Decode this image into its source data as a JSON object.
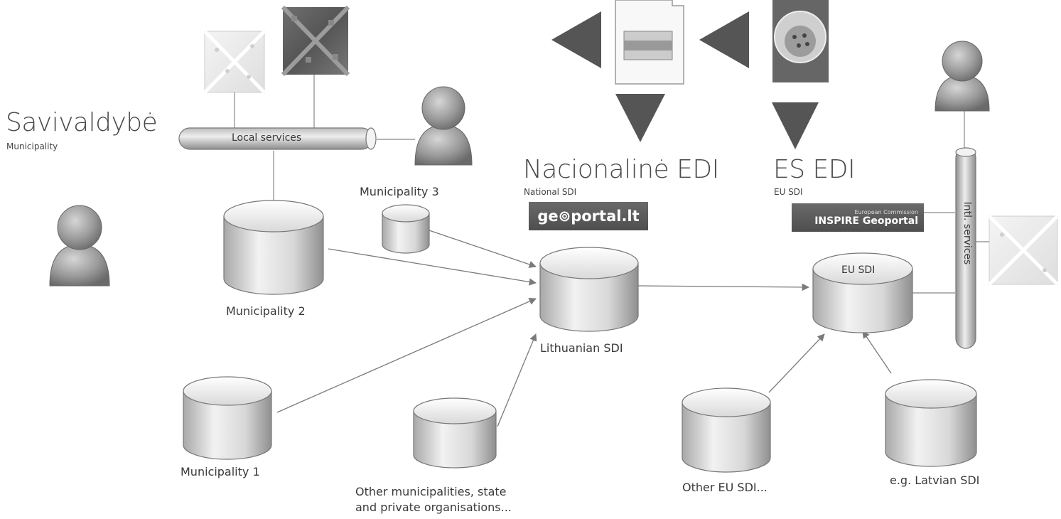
{
  "titles": {
    "municipality_lt": "Savivaldybė",
    "municipality_en": "Municipality",
    "national_lt": "Nacionalinė EDI",
    "national_en": "National SDI",
    "eu_lt": "ES EDI",
    "eu_en": "EU SDI"
  },
  "pipes": {
    "local": "Local services",
    "intl": "Intl. services"
  },
  "logos": {
    "geoportal": "ge⊚portal.lt",
    "inspire_small": "European Commission",
    "inspire_main": "INSPIRE Geoportal"
  },
  "nodes": {
    "municipality_3": "Municipality 3",
    "municipality_2": "Municipality 2",
    "municipality_1": "Municipality 1",
    "lithuanian_sdi": "Lithuanian SDI",
    "eu_sdi_inner": "EU SDI",
    "other_line1": "Other municipalities, state",
    "other_line2": "and private organisations...",
    "other_eu": "Other EU SDI...",
    "latvian": "e.g. Latvian SDI"
  },
  "colors": {
    "cylinder_light": "#ececec",
    "cylinder_dark": "#9a9a9a",
    "triangle": "#555555",
    "arrow": "#7a7a7a"
  }
}
